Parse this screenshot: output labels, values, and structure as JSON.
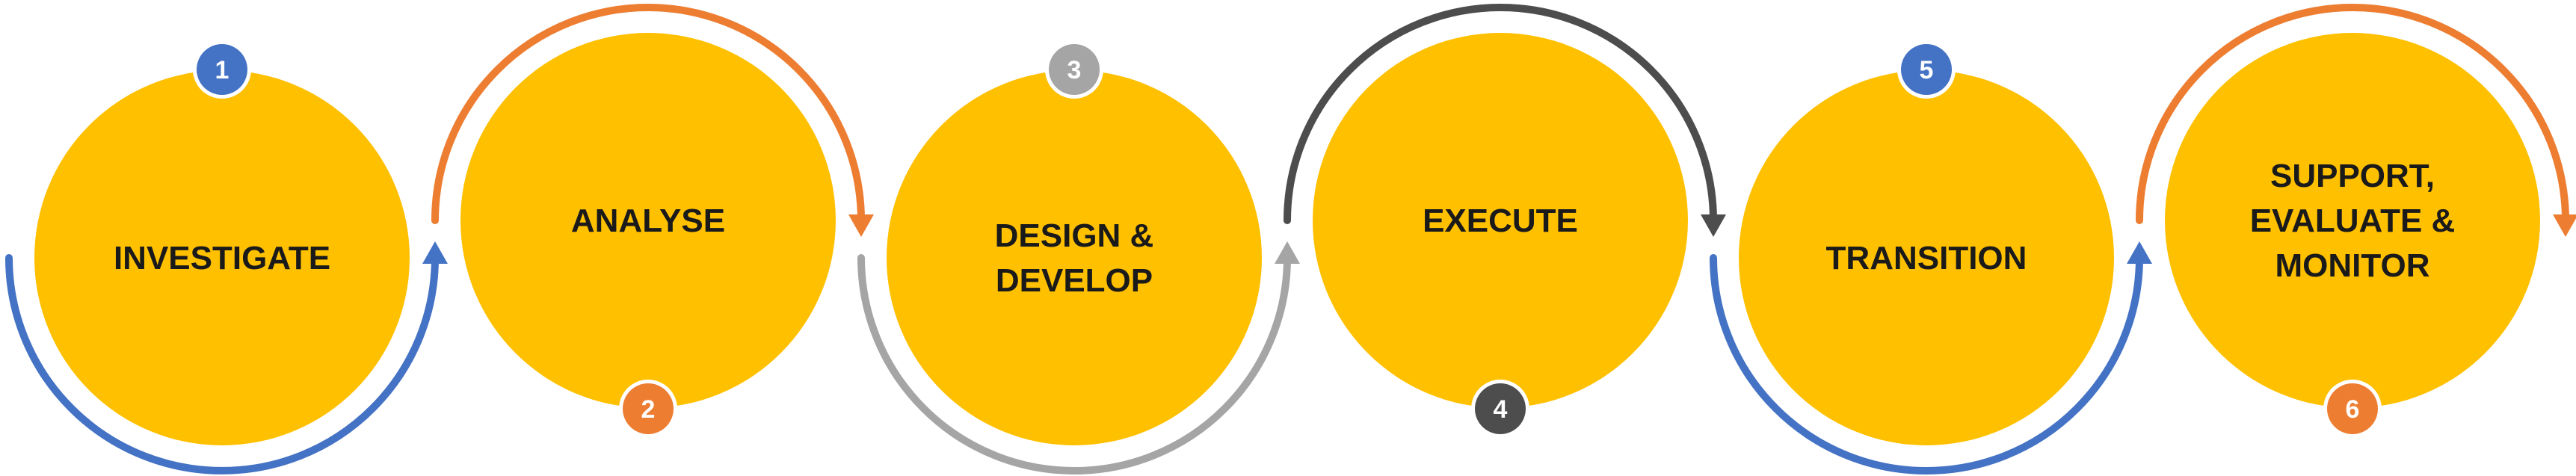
{
  "colors": {
    "circle_fill": "#FFC000",
    "label_text": "#1a1a1a",
    "blue": "#4472C4",
    "orange": "#ED7D31",
    "gray": "#A5A5A5",
    "dark": "#4D4D4D"
  },
  "steps": [
    {
      "number": "1",
      "lines": [
        "INVESTIGATE"
      ],
      "badge_color": "#4472C4",
      "arc_color": "#4472C4"
    },
    {
      "number": "2",
      "lines": [
        "ANALYSE"
      ],
      "badge_color": "#ED7D31",
      "arc_color": "#ED7D31"
    },
    {
      "number": "3",
      "lines": [
        "DESIGN &",
        "DEVELOP"
      ],
      "badge_color": "#A5A5A5",
      "arc_color": "#A5A5A5"
    },
    {
      "number": "4",
      "lines": [
        "EXECUTE"
      ],
      "badge_color": "#4D4D4D",
      "arc_color": "#4D4D4D"
    },
    {
      "number": "5",
      "lines": [
        "TRANSITION"
      ],
      "badge_color": "#4472C4",
      "arc_color": "#4472C4"
    },
    {
      "number": "6",
      "lines": [
        "SUPPORT,",
        "EVALUATE &",
        "MONITOR"
      ],
      "badge_color": "#ED7D31",
      "arc_color": "#ED7D31"
    }
  ]
}
